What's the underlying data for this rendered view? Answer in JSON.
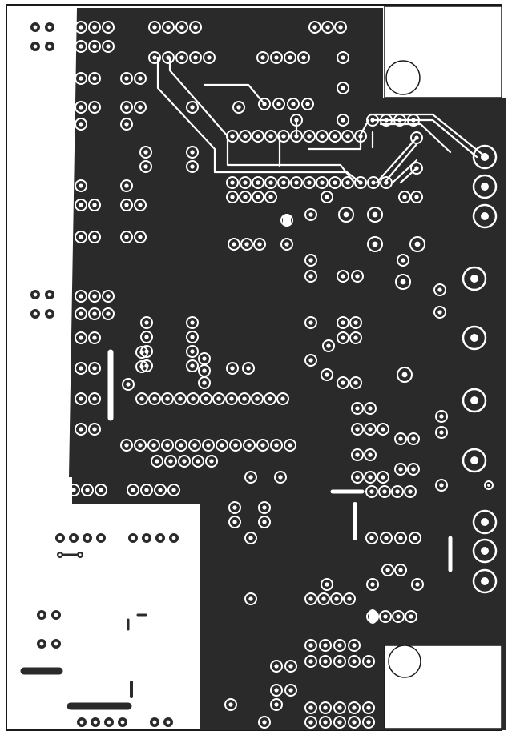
{
  "board": {
    "description_text": "",
    "copper_color": "#2a2a2a",
    "background_color": "#ffffff",
    "frame_color": "#1a1a1a",
    "pad_ring_color": "#ffffff",
    "trace_color": "#ffffff"
  },
  "pad_rows": [
    {
      "group": "top-left-pads-1",
      "count": 3
    },
    {
      "group": "top-left-pads-2",
      "count": 3
    },
    {
      "group": "top-center-pads",
      "count": 4
    },
    {
      "group": "connector-header",
      "count": 4
    },
    {
      "group": "ic-row-top",
      "count": 13
    },
    {
      "group": "ic-row-bottom",
      "count": 13
    },
    {
      "group": "ic-row-lower-left",
      "count": 11
    },
    {
      "group": "bottom-left-outside-pads",
      "count": 8
    },
    {
      "group": "bottom-connector-pads",
      "count": 5
    }
  ],
  "mounting_holes": [
    {
      "name": "top-right-mounting-hole"
    },
    {
      "name": "bottom-right-mounting-hole"
    }
  ]
}
